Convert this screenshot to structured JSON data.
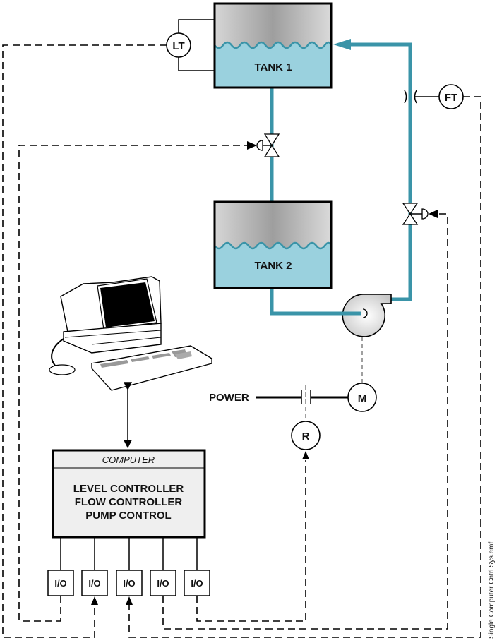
{
  "diagram": {
    "title": "Single Computer Control System",
    "file_label": "Single Computer Cntrl Sys.emf",
    "colors": {
      "pipe": "#3a94a8",
      "liquid": "#9ad1de",
      "tank_gas_light": "#d8d8d8",
      "tank_gas_dark": "#9c9c9c",
      "computer_box": "#efefef"
    },
    "tanks": [
      {
        "id": "tank1",
        "label": "TANK 1"
      },
      {
        "id": "tank2",
        "label": "TANK 2"
      }
    ],
    "instruments": [
      {
        "id": "lt",
        "label": "LT",
        "meaning": "Level Transmitter"
      },
      {
        "id": "ft",
        "label": "FT",
        "meaning": "Flow Transmitter"
      },
      {
        "id": "m",
        "label": "M",
        "meaning": "Motor"
      },
      {
        "id": "r",
        "label": "R",
        "meaning": "Relay"
      }
    ],
    "power_label": "POWER",
    "computer": {
      "header": "COMPUTER",
      "lines": [
        "LEVEL CONTROLLER",
        "FLOW CONTROLLER",
        "PUMP CONTROL"
      ]
    },
    "io_modules": [
      "I/O",
      "I/O",
      "I/O",
      "I/O",
      "I/O"
    ],
    "components": [
      "control-valve-1",
      "control-valve-2",
      "orifice-plate",
      "centrifugal-pump",
      "workstation",
      "relay-contact"
    ]
  }
}
